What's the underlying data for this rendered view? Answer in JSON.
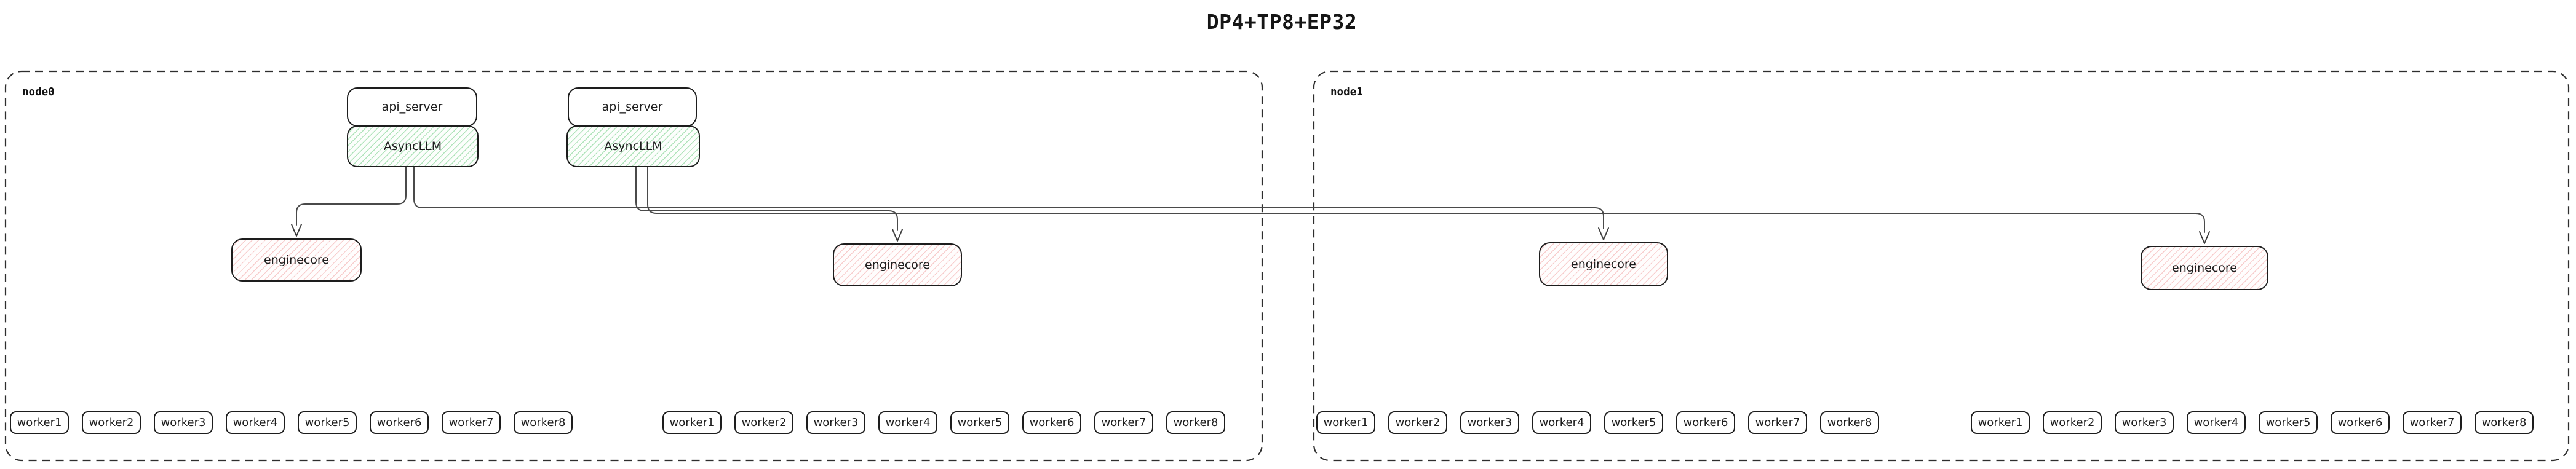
{
  "title": "DP4+TP8+EP32",
  "nodes": [
    {
      "label": "node0",
      "frontends": [
        {
          "api_server": "api_server",
          "async_llm": "AsyncLLM"
        },
        {
          "api_server": "api_server",
          "async_llm": "AsyncLLM"
        }
      ],
      "enginecores": [
        "enginecore",
        "enginecore"
      ],
      "worker_groups": [
        [
          "worker1",
          "worker2",
          "worker3",
          "worker4",
          "worker5",
          "worker6",
          "worker7",
          "worker8"
        ],
        [
          "worker1",
          "worker2",
          "worker3",
          "worker4",
          "worker5",
          "worker6",
          "worker7",
          "worker8"
        ]
      ]
    },
    {
      "label": "node1",
      "frontends": [],
      "enginecores": [
        "enginecore",
        "enginecore"
      ],
      "worker_groups": [
        [
          "worker1",
          "worker2",
          "worker3",
          "worker4",
          "worker5",
          "worker6",
          "worker7",
          "worker8"
        ],
        [
          "worker1",
          "worker2",
          "worker3",
          "worker4",
          "worker5",
          "worker6",
          "worker7",
          "worker8"
        ]
      ]
    }
  ],
  "colors": {
    "background": "#ffffff",
    "box_border": "#1d1d1d",
    "node_boundary": "#2e2e2e",
    "connector": "#4a4a4a",
    "async_llm_hatch": "#6ecd82",
    "enginecore_hatch": "#eb7d7d",
    "text": "#1e1e1e"
  }
}
